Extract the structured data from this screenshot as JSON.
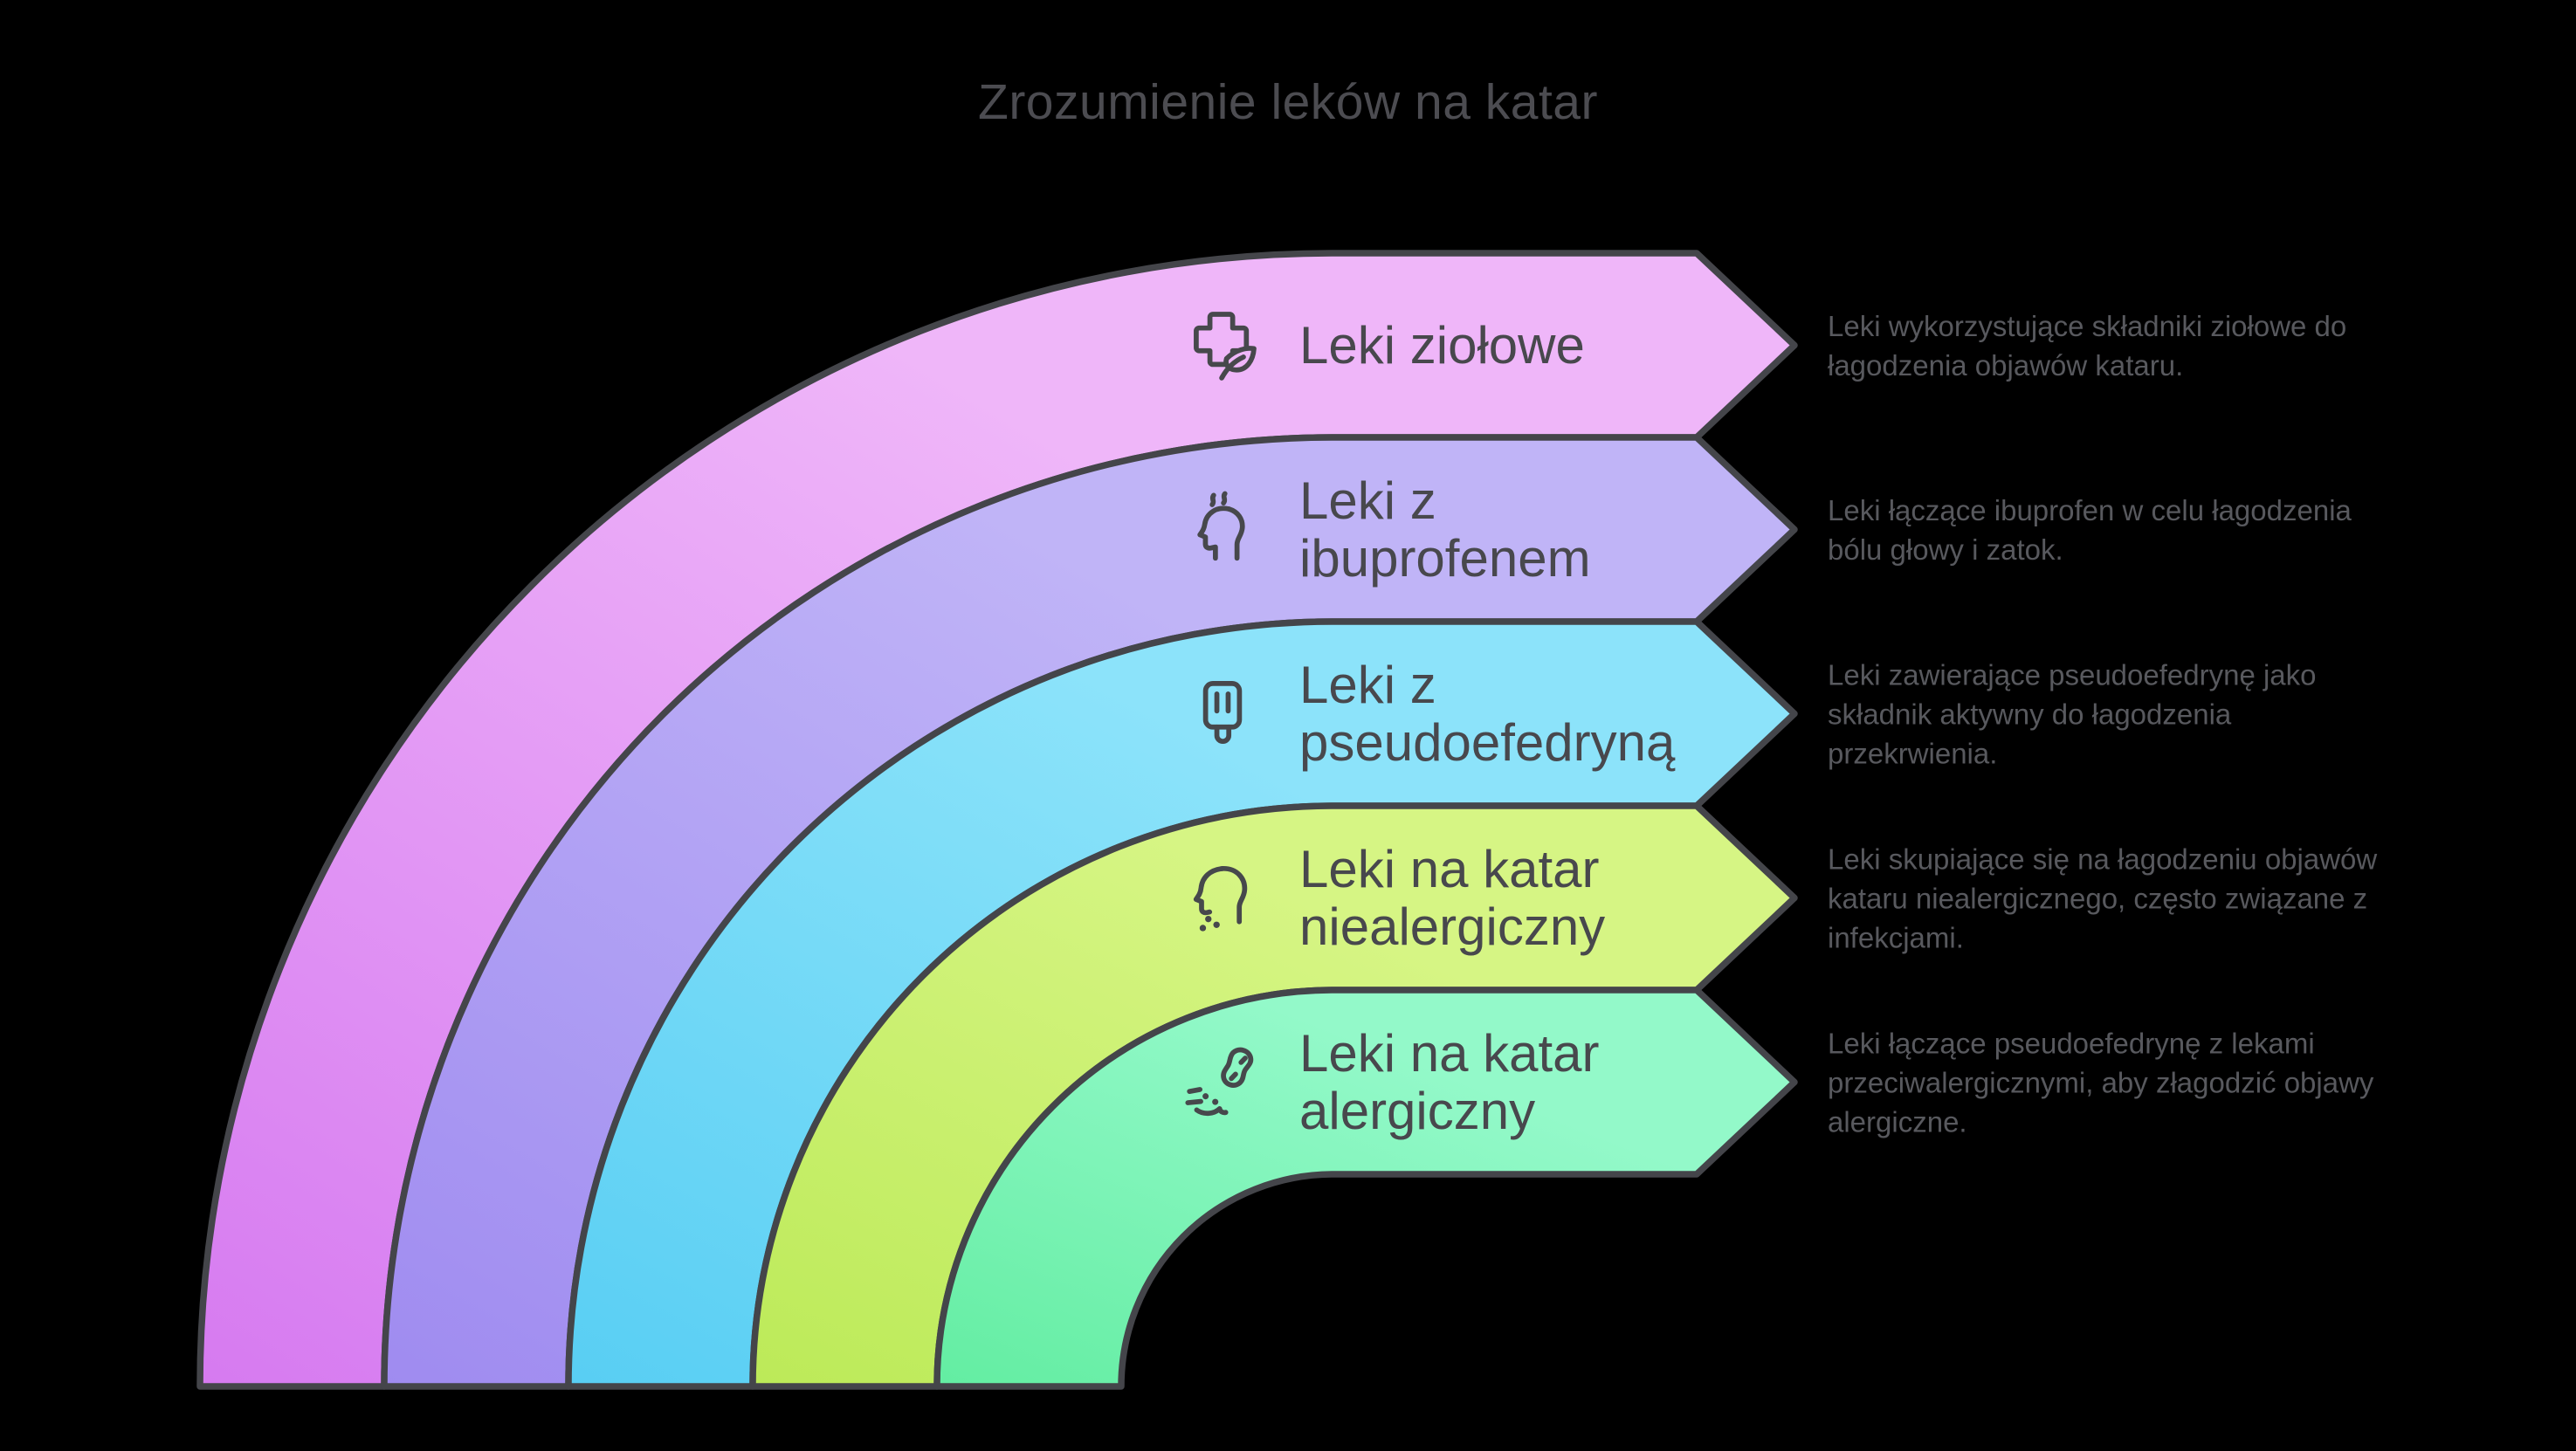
{
  "title": "Zrozumienie leków na katar",
  "colors": {
    "background": "#000000",
    "outline": "#44454a",
    "title_text": "#4c4c51",
    "label_text": "#48484d",
    "desc_text": "#58595e",
    "icon_stroke": "#47484c"
  },
  "bands": [
    {
      "label": "Leki ziołowe",
      "description": "Leki wykorzystujące składniki ziołowe do łagodzenia objawów kataru.",
      "icon": "herbal-cross-icon",
      "color_from": "#d67af0",
      "color_to": "#efb6f9"
    },
    {
      "label": "Leki z ibuprofenem",
      "description": "Leki łączące ibuprofen w celu łagodzenia bólu głowy i zatok.",
      "icon": "headache-head-icon",
      "color_from": "#9f8bf0",
      "color_to": "#c0b4f7"
    },
    {
      "label": "Leki z pseudoefedryną",
      "description": "Leki zawierające pseudoefedrynę jako składnik aktywny do łagodzenia przekrwienia.",
      "icon": "nasal-spray-icon",
      "color_from": "#58cef3",
      "color_to": "#8ce3fa"
    },
    {
      "label": "Leki na katar niealergiczny",
      "description": "Leki skupiające się na łagodzeniu objawów kataru niealergicznego, często związane z infekcjami.",
      "icon": "runny-nose-head-icon",
      "color_from": "#bcea58",
      "color_to": "#d6f584"
    },
    {
      "label": "Leki na katar alergiczny",
      "description": "Leki łączące pseudoefedrynę z lekami przeciwalergicznymi, aby złagodzić objawy alergiczne.",
      "icon": "peanut-allergy-icon",
      "color_from": "#63eda2",
      "color_to": "#93f9c9"
    }
  ]
}
